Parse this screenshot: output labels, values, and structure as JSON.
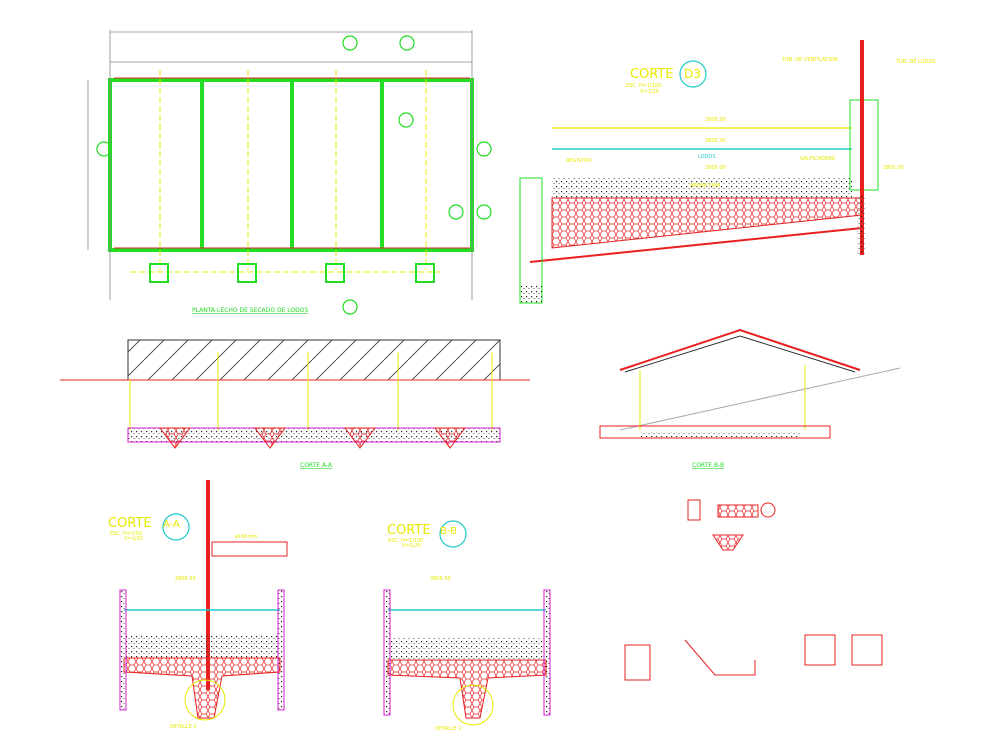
{
  "colors": {
    "background": "#ffffff",
    "wall": "#22dd22",
    "pipe": "#e82020",
    "text": "#e8e800",
    "water": "#22cccc",
    "gravel": "#e82020",
    "walls_sec": "#cc22cc"
  },
  "plan": {
    "title": "PLANTA-LECHO DE SECADO DE LODOS"
  },
  "section_d3": {
    "label": "CORTE",
    "id": "D3",
    "scale_h": "ESC. H=1/100",
    "scale_v": "V=1/20",
    "ventilation": "TUB. DE VENTILACION",
    "sludge_pipe": "TUB. DE LODOS",
    "level_top": "2805.50",
    "level_water": "2805.30",
    "sludge": "LODOS",
    "register": "REGISTRO",
    "splash": "SALPICADERO",
    "level_sand": "2805.00",
    "level_out": "2805.00",
    "sand": "ARENA FINA"
  },
  "long_section": {
    "title": "CORTE A-A"
  },
  "roof_section": {
    "title": "CORTE B-B"
  },
  "section_aa": {
    "label": "CORTE",
    "id": "A-A",
    "scale_h": "ESC. H=1/50",
    "scale_v": "V=1/20",
    "pipe": "ø160mm",
    "level": "2805.50",
    "detail": "DETALLE 1"
  },
  "section_bb": {
    "label": "CORTE",
    "id": "B-B",
    "scale_h": "ESC. H=1/100",
    "scale_v": "V=1/20",
    "level": "2805.50",
    "detail": "DETALLE 1"
  }
}
